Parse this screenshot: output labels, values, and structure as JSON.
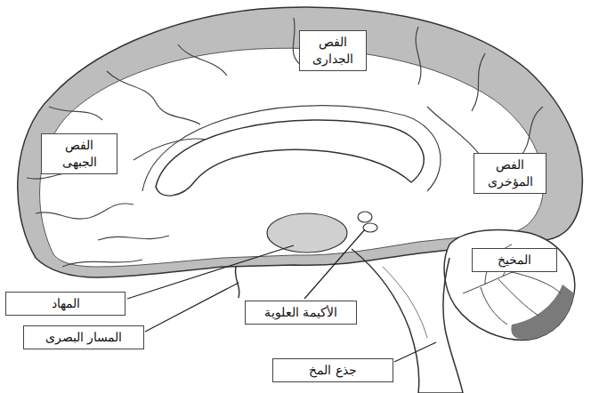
{
  "diagram": {
    "nodes": [
      {
        "text": [
          "الفص الجدارى"
        ]
      },
      {
        "text": [
          "الفص الجبهى"
        ]
      },
      {
        "text": [
          "الفص المؤخرى"
        ]
      },
      {
        "text": [
          "المخيخ"
        ]
      },
      {
        "text": [
          "المهاد"
        ]
      },
      {
        "text": [
          "الأكيمة العلوية"
        ]
      },
      {
        "text": [
          "المسار البصرى"
        ]
      },
      {
        "text": [
          "جذع المخ"
        ]
      }
    ]
  }
}
